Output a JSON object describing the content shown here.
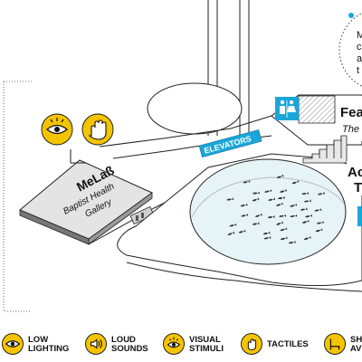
{
  "colors": {
    "accent_yellow": "#f5c400",
    "accent_cyan": "#1aa6d9",
    "gallery_gray": "#e4e4e4",
    "water": "#e6f4f8",
    "line": "#222222"
  },
  "map": {
    "melab": {
      "title": "MeLaß",
      "subtitle_line1": "Baptist Health",
      "subtitle_line2": "Gallery",
      "icons": [
        "eye-icon",
        "hand-icon"
      ]
    },
    "elevators_label": "ELEVATORS",
    "feature_area": {
      "title_partial": "Fea",
      "subtitle_partial": "The"
    },
    "auditorium_partial": {
      "line1": "Ac",
      "line2": "T"
    },
    "callout_partial": {
      "lines": [
        "M",
        "c",
        "a",
        "t"
      ]
    },
    "restroom_icon": "restroom-icon",
    "stairs_icon": "stairs-icon"
  },
  "legend": {
    "items": [
      {
        "icon": "eye-icon",
        "label": "LOW\nLIGHTING"
      },
      {
        "icon": "speaker-icon",
        "label": "LOUD\nSOUNDS"
      },
      {
        "icon": "visual-stimuli-icon",
        "label": "VISUAL\nSTIMULI"
      },
      {
        "icon": "hand-icon",
        "label": "TACTILES"
      },
      {
        "icon": "seating-icon",
        "label": "SH\nAV"
      }
    ]
  }
}
